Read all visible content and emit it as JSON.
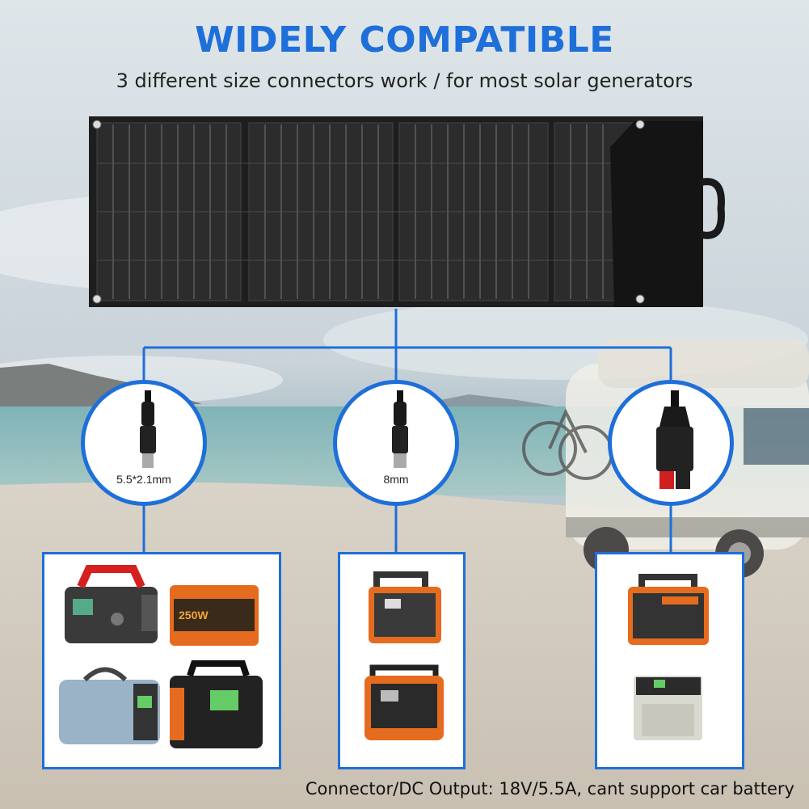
{
  "header": {
    "title": "WIDELY COMPATIBLE",
    "subtitle": "3 different size connectors work / for most solar generators"
  },
  "connectors": [
    {
      "label": "5.5*2.1mm"
    },
    {
      "label": "8mm"
    },
    {
      "label": ""
    }
  ],
  "footer": {
    "note": "Connector/DC Output: 18V/5.5A, cant support car battery"
  },
  "colors": {
    "accent": "#1e6fd9"
  },
  "generator_badges": {
    "left_top_right": "250W"
  }
}
